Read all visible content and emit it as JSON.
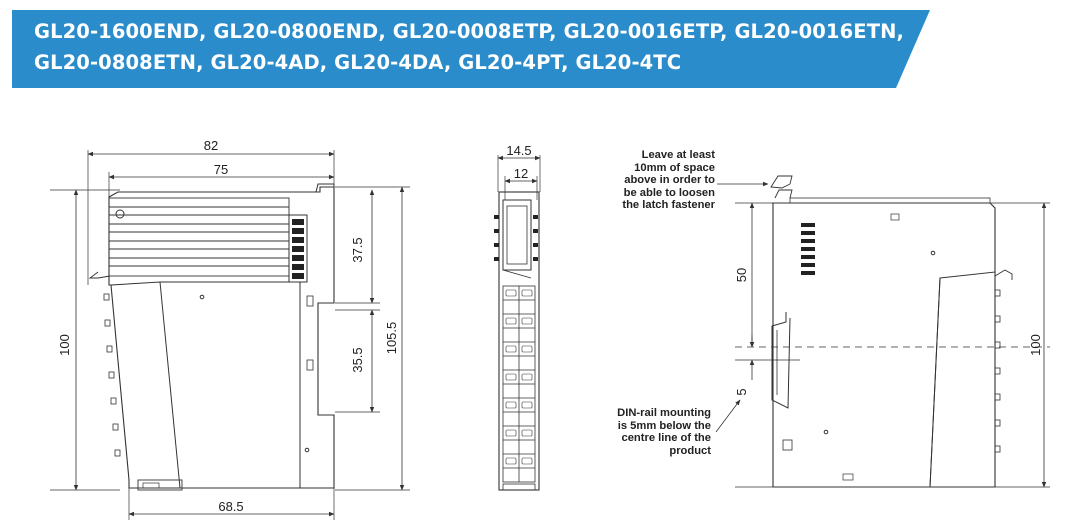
{
  "header": {
    "title_line_1": "GL20-1600END, GL20-0800END, GL20-0008ETP, GL20-0016ETP, GL20-0016ETN,",
    "title_line_2": "GL20-0808ETN, GL20-4AD, GL20-4DA, GL20-4PT, GL20-4TC",
    "background_color": "#2b8ccb"
  },
  "front_view": {
    "dim_top_outer": "82",
    "dim_top_inner": "75",
    "dim_height_left": "100",
    "dim_upper_section": "37.5",
    "dim_height_right": "105.5",
    "dim_lower_section": "35.5",
    "dim_bottom": "68.5"
  },
  "middle_view": {
    "dim_top_outer": "14.5",
    "dim_top_inner": "12"
  },
  "side_view": {
    "dim_upper": "50",
    "dim_offset": "5",
    "dim_height_right": "100"
  },
  "notes": {
    "top": "Leave at least\n10mm of space\nabove in order to\nbe able to loosen\nthe latch fastener",
    "bottom": "DIN-rail mounting\nis 5mm below the\ncentre line of the\nproduct"
  }
}
